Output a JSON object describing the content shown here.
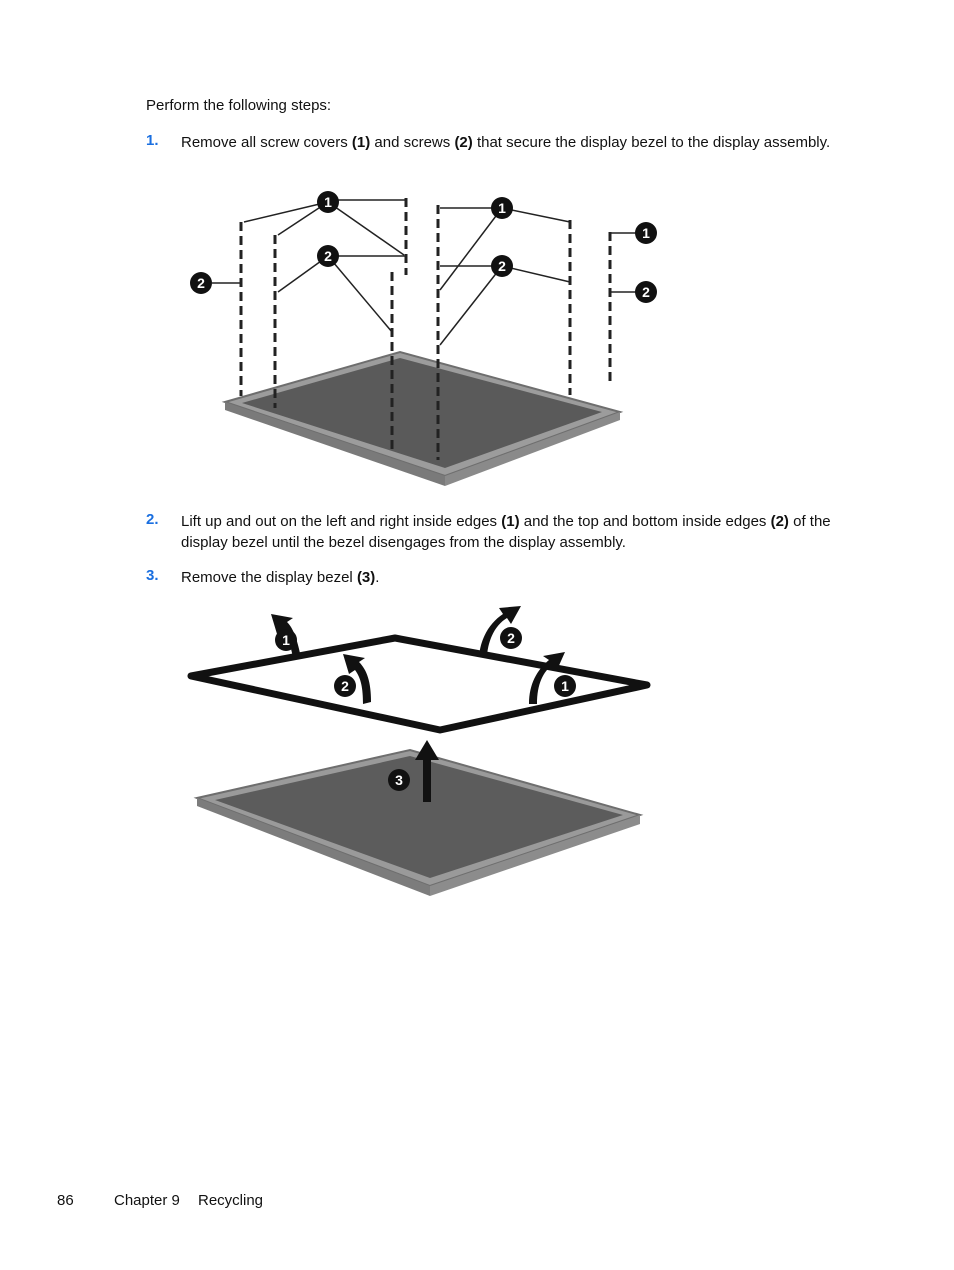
{
  "intro": "Perform the following steps:",
  "steps": [
    {
      "num": "1.",
      "p1": "Remove all screw covers ",
      "b1": "(1)",
      "p2": " and screws ",
      "b2": "(2)",
      "p3": " that secure the display bezel to the display assembly."
    },
    {
      "num": "2.",
      "p1": "Lift up and out on the left and right inside edges ",
      "b1": "(1)",
      "p2": " and the top and bottom inside edges ",
      "b2": "(2)",
      "p3": " of the display bezel until the bezel disengages from the display assembly."
    },
    {
      "num": "3.",
      "p1": "Remove the display bezel ",
      "b1": "(3)",
      "p2": "."
    }
  ],
  "callouts": {
    "one": "1",
    "two": "2",
    "three": "3"
  },
  "footer": {
    "page_number": "86",
    "chapter": "Chapter 9",
    "section": "Recycling"
  },
  "colors": {
    "step_number": "#1a6fe0",
    "callout": "#111111"
  }
}
